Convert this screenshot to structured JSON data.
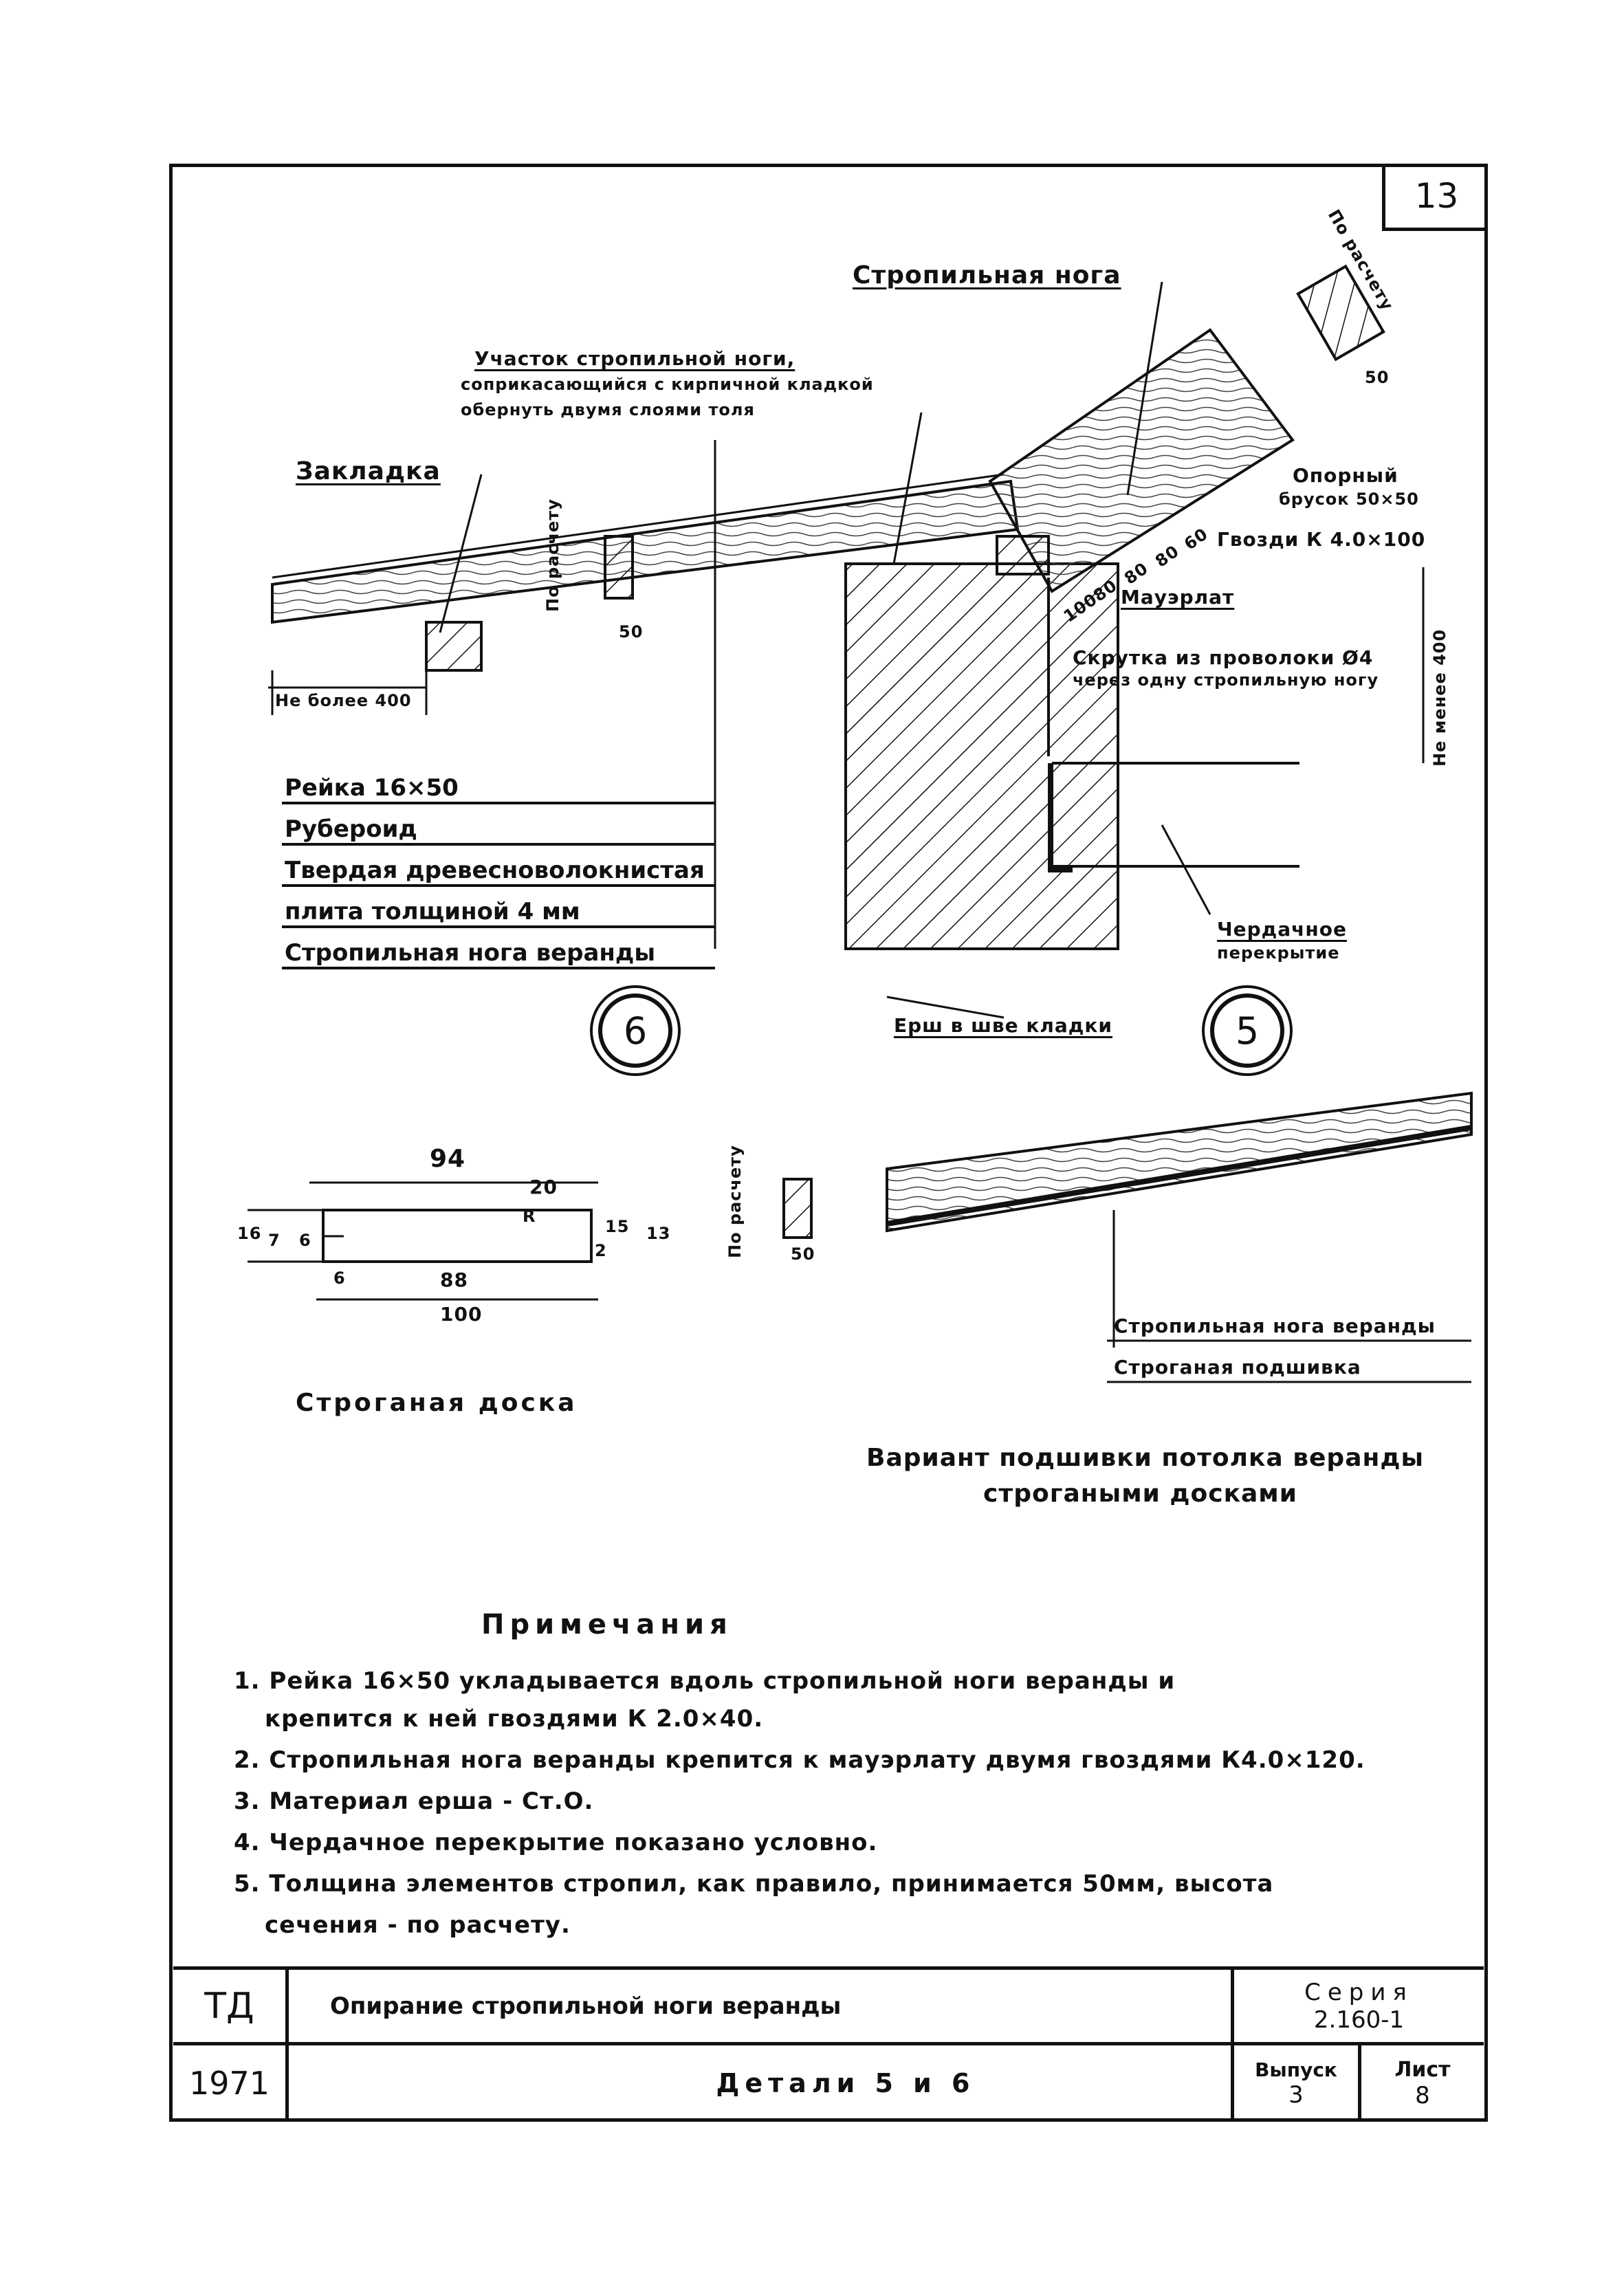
{
  "sheet_number": "13",
  "labels": {
    "rafter_leg": "Стропильная нога",
    "per_calc_top": "По расчету",
    "dim_50_top": "50",
    "section_note_line1": "Участок стропильной ноги,",
    "section_note_line2": "соприкасающийся с кирпичной кладкой",
    "section_note_line3": "обернуть двумя слоями толя",
    "insert": "Закладка",
    "per_calc_left": "По расчету",
    "dim_50_left": "50",
    "support_bar_line1": "Опорный",
    "support_bar_line2": "брусок 50×50",
    "nails": "Гвозди К 4.0×100",
    "mauerlat": "Мауэрлат",
    "wire_twist_line1": "Скрутка из проволоки Ø4",
    "wire_twist_line2": "через одну стропильную ногу",
    "not_less_400": "Не менее 400",
    "not_more_400": "Не более 400",
    "attic_floor_line1": "Чердачное",
    "attic_floor_line2": "перекрытие",
    "ruff": "Ерш в шве кладки",
    "dims_80": [
      "100",
      "80",
      "80",
      "80",
      "60"
    ]
  },
  "layers": [
    "Рейка 16×50",
    "Рубероид",
    "Твердая древесноволокнистая",
    "плита толщиной 4 мм",
    "Стропильная нога веранды"
  ],
  "callouts": {
    "detail_6": "6",
    "detail_5": "5"
  },
  "board": {
    "title": "Строганая доска",
    "dims": {
      "w94": "94",
      "w20": "20",
      "w88": "88",
      "w100": "100",
      "d6": "6",
      "h16": "16",
      "h7": "7",
      "h6": "6",
      "h15": "15",
      "h13": "13",
      "h2": "2",
      "r": "R"
    }
  },
  "variant": {
    "per_calc": "По расчету",
    "dim_50": "50",
    "legend_line1": "Стропильная нога веранды",
    "legend_line2": "Строганая подшивка",
    "caption_line1": "Вариант подшивки потолка веранды",
    "caption_line2": "строгаными досками"
  },
  "notes": {
    "title": "Примечания",
    "items": [
      "1. Рейка 16×50 укладывается вдоль стропильной ноги веранды и",
      "крепится к ней гвоздями К 2.0×40.",
      "2. Стропильная нога веранды крепится к мауэрлату двумя гвоздями К4.0×120.",
      "3. Материал ерша - Ст.О.",
      "4. Чердачное перекрытие показано условно.",
      "5. Толщина элементов стропил, как правило, принимается 50мм, высота",
      "сечения - по расчету."
    ]
  },
  "title_block": {
    "org": "ТД",
    "year": "1971",
    "title": "Опирание стропильной ноги веранды",
    "subtitle": "Детали 5 и 6",
    "series_label": "Серия",
    "series_value": "2.160-1",
    "issue_label": "Выпуск",
    "issue_value": "3",
    "sheet_label": "Лист",
    "sheet_value": "8"
  }
}
